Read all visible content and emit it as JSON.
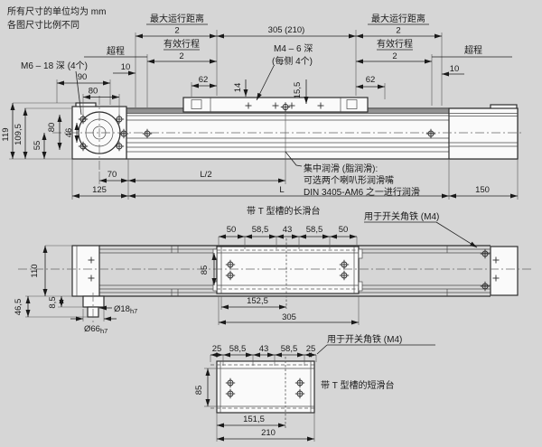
{
  "notes": {
    "units": "所有尺寸的单位均为 mm",
    "scale": "各图尺寸比例不同",
    "m6": "M6 – 18 深 (4个)",
    "m4_line1": "M4 – 6 深",
    "m4_line2": "(每侧 4个)",
    "lube1": "集中润滑 (脂润滑):",
    "lube2": "可选两个喇叭形润滑嘴",
    "lube3": "DIN 3405-AM6 之一进行润滑",
    "switch_bracket": "用于开关角铁 (M4)",
    "long_slide_title": "带 T 型槽的长滑台",
    "short_slide_title": "带 T 型槽的短滑台"
  },
  "dims": {
    "max_travel": "最大运行距离",
    "effective_stroke": "有效行程",
    "two": "2",
    "overrun": "超程",
    "n10": "10",
    "n305_210": "305 (210)",
    "n62": "62",
    "n14": "14",
    "n15_5": "15,5",
    "n90": "90",
    "n80": "80",
    "n119": "119",
    "n109_5": "109,5",
    "n46": "46",
    "n55": "55",
    "n70": "70",
    "n125": "125",
    "l_half": "L/2",
    "l": "L",
    "n150": "150",
    "n110": "110",
    "n46_5": "46,5",
    "n8_5": "8,5",
    "dia18": "Ø18",
    "dia66": "Ø66",
    "h7": "h7",
    "n50": "50",
    "n58_5": "58,5",
    "n43": "43",
    "n85": "85",
    "n152_5": "152,5",
    "n305": "305",
    "n25": "25",
    "n151_5": "151,5",
    "n210": "210"
  },
  "colors": {
    "background": "#d6d6d6",
    "paper": "#fafafa",
    "line": "#2e2e2e",
    "band": "#929292"
  }
}
